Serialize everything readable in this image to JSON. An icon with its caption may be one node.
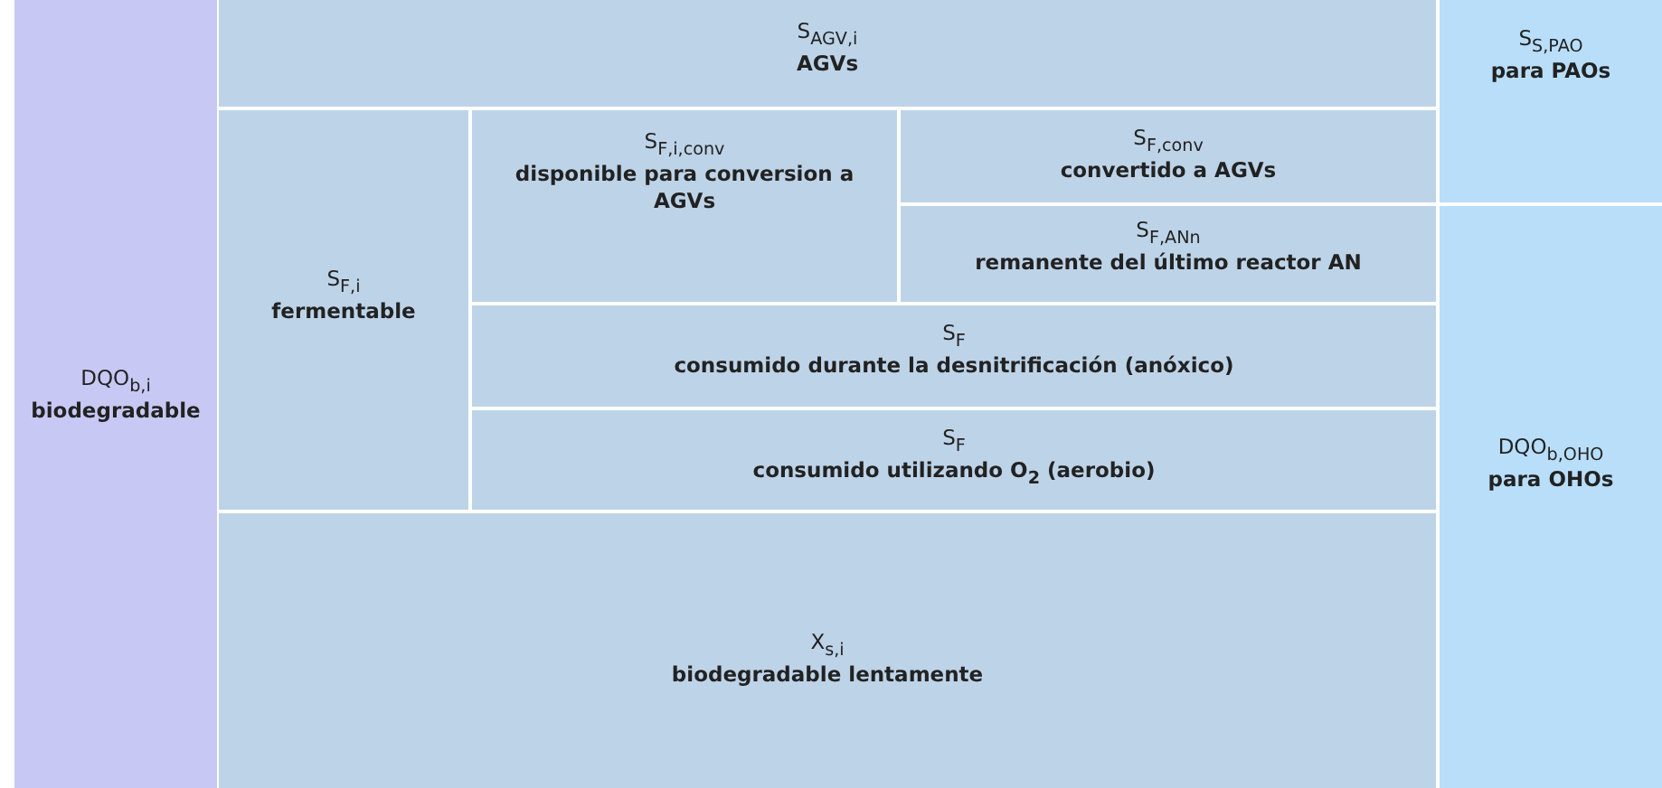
{
  "diagram": {
    "nodes": [
      {
        "text": [
          "DQO$_{b,i}$",
          "biodegradable"
        ]
      },
      {
        "text": [
          "S$_{AGV,i}$",
          "AGVs"
        ]
      },
      {
        "text": [
          "S$_{S,PAO}$",
          "para PAOs"
        ]
      },
      {
        "text": [
          "S$_{F,i}$",
          "fermentable"
        ]
      },
      {
        "text": [
          "S$_{F,i,conv}$",
          "disponible para conversion a AGVs"
        ]
      },
      {
        "text": [
          "S$_{F,conv}$",
          "convertido a AGVs"
        ]
      },
      {
        "text": [
          "S$_{F,ANn}$",
          "remanente del último reactor AN"
        ]
      },
      {
        "text": [
          "S$_{F}$",
          "consumido durante la desnitrificación (anóxico)"
        ]
      },
      {
        "text": [
          "S$_{F}$",
          "consumido utilizando O$_{2}$ (aerobio)"
        ]
      },
      {
        "text": [
          "X$_{s,i}$",
          "biodegradable lentamente"
        ]
      },
      {
        "text": [
          "DQO$_{b,OHO}$",
          "para OHOs"
        ]
      }
    ]
  }
}
